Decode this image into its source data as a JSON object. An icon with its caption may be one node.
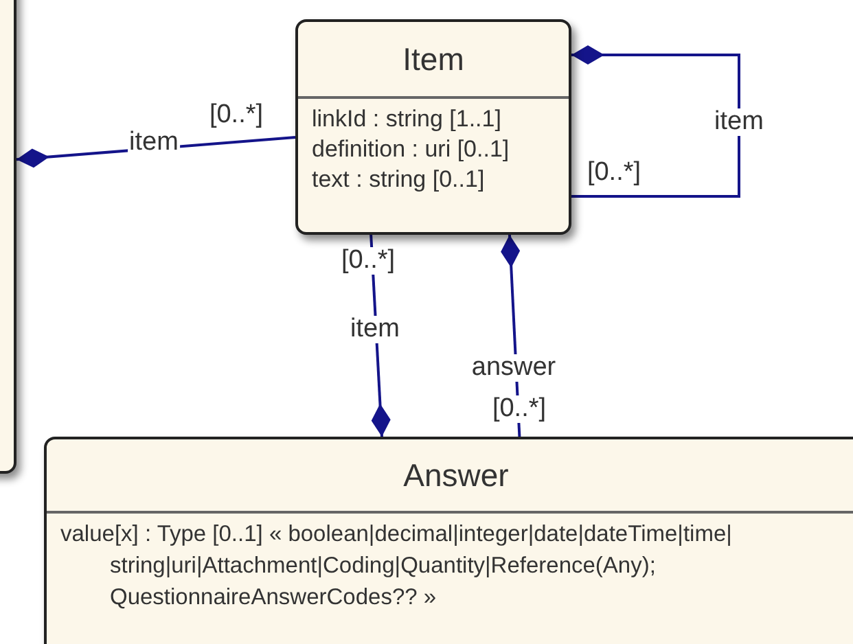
{
  "diagram": {
    "nodes": [
      {
        "text": [],
        "shape": "box"
      },
      {
        "text": [
          "Item",
          "linkId : string [1..1]",
          "definition : uri [0..1]",
          "text : string [0..1]"
        ]
      },
      {
        "text": [
          "Answer",
          "value[x] : Type [0..1] « boolean|decimal|integer|date|dateTime|time| string|uri|Attachment|Coding|Quantity|Reference(Any); QuestionnaireAnswerCodes?? »"
        ]
      }
    ],
    "edges": [
      {
        "from": 0,
        "to": 1,
        "arrow": "other",
        "label": "item"
      },
      {
        "from": 1,
        "to": 1,
        "arrow": "other",
        "label": "item"
      },
      {
        "from": 2,
        "to": 1,
        "arrow": "other",
        "label": "item"
      },
      {
        "from": 1,
        "to": 2,
        "arrow": "other",
        "label": "answer"
      }
    ],
    "labels": [
      "[0..*]",
      "[0..*]",
      "[0..*]",
      "[0..*]"
    ]
  }
}
